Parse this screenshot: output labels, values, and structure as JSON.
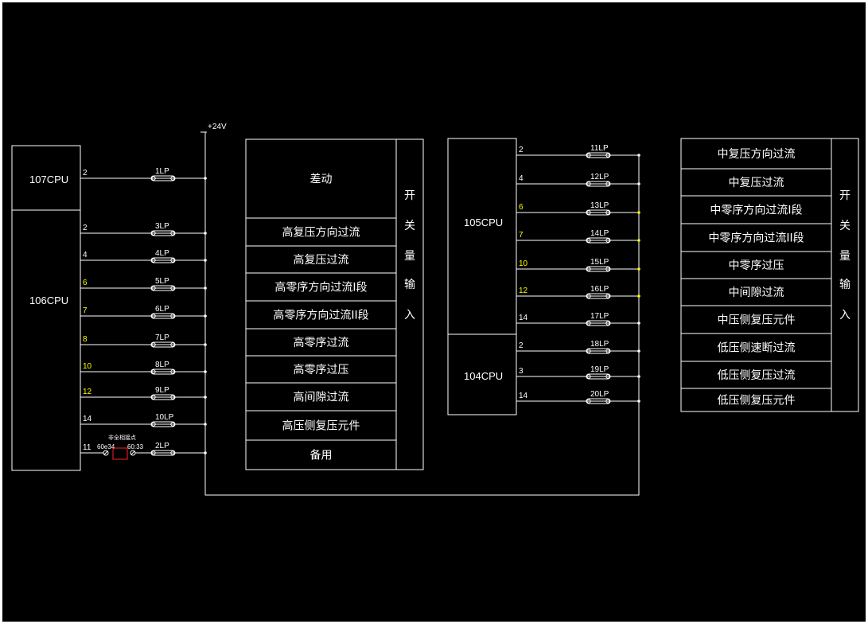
{
  "colors": {
    "background": "#000000",
    "line": "#ffffff",
    "highlight": "#ffff00",
    "relay": "#ff2020",
    "frame": "#ffffff"
  },
  "supply_label": "+24V",
  "cpus": {
    "c107": "107CPU",
    "c106": "106CPU",
    "c105": "105CPU",
    "c104": "104CPU"
  },
  "left_wires": [
    {
      "pin": "2",
      "plate": "1LP",
      "yellow": false
    },
    {
      "pin": "2",
      "plate": "3LP",
      "yellow": false
    },
    {
      "pin": "4",
      "plate": "4LP",
      "yellow": false
    },
    {
      "pin": "6",
      "plate": "5LP",
      "yellow": true
    },
    {
      "pin": "7",
      "plate": "6LP",
      "yellow": true
    },
    {
      "pin": "8",
      "plate": "7LP",
      "yellow": true
    },
    {
      "pin": "10",
      "plate": "8LP",
      "yellow": true
    },
    {
      "pin": "12",
      "plate": "9LP",
      "yellow": true
    },
    {
      "pin": "14",
      "plate": "10LP",
      "yellow": false
    },
    {
      "pin": "11",
      "plate": "2LP",
      "yellow": false
    }
  ],
  "relay": {
    "title": "非全相接点",
    "left_terminal": "60e34",
    "right_terminal": "60:33"
  },
  "right_wires": [
    {
      "pin": "2",
      "plate": "11LP",
      "yellow": false
    },
    {
      "pin": "4",
      "plate": "12LP",
      "yellow": false
    },
    {
      "pin": "6",
      "plate": "13LP",
      "yellow": true
    },
    {
      "pin": "7",
      "plate": "14LP",
      "yellow": true
    },
    {
      "pin": "10",
      "plate": "15LP",
      "yellow": true
    },
    {
      "pin": "12",
      "plate": "16LP",
      "yellow": true
    },
    {
      "pin": "14",
      "plate": "17LP",
      "yellow": false
    },
    {
      "pin": "2",
      "plate": "18LP",
      "yellow": false
    },
    {
      "pin": "3",
      "plate": "19LP",
      "yellow": false
    },
    {
      "pin": "14",
      "plate": "20LP",
      "yellow": false
    }
  ],
  "left_table": {
    "rows": [
      "差动",
      "高复压方向过流",
      "高复压过流",
      "高零序方向过流I段",
      "高零序方向过流II段",
      "高零序过流",
      "高零序过压",
      "高间隙过流",
      "高压侧复压元件",
      "备用"
    ],
    "side_chars": [
      "开",
      "关",
      "量",
      "输",
      "入"
    ]
  },
  "right_table": {
    "rows": [
      "中复压方向过流",
      "中复压过流",
      "中零序方向过流I段",
      "中零序方向过流II段",
      "中零序过压",
      "中间隙过流",
      "中压侧复压元件",
      "低压侧速断过流",
      "低压侧复压过流",
      "低压侧复压元件"
    ],
    "side_chars": [
      "开",
      "关",
      "量",
      "输",
      "入"
    ]
  }
}
